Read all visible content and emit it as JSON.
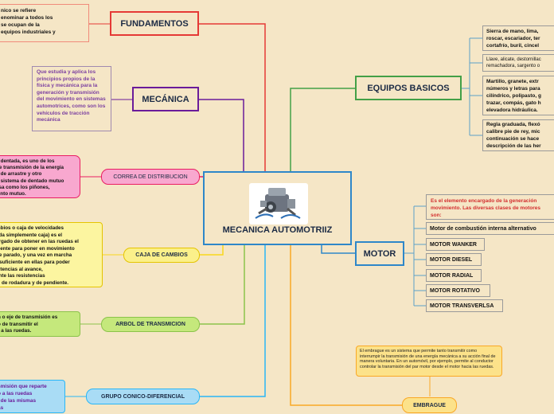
{
  "center": {
    "title": "MECANICA AUTOMOTRIIZ",
    "image_icon": "engine-icon"
  },
  "left_branches": [
    {
      "key": "fundamentos",
      "label": "FUNDAMENTOS",
      "color": "#e53935",
      "desc": "nico se refiere\nenominar a todos los\nse ocupan de la\nequipos industriales y"
    },
    {
      "key": "mecanica",
      "label": "MECÁNICA",
      "color": "#6a1b9a",
      "desc": "Que estudia y aplica los principios propios de la física y mecánica para la generación y transmisión del movimiento en sistemas automotrices, como son los vehículos de tracción mecánica"
    },
    {
      "key": "correa",
      "label": "CORREA DE DISTRIBUCION",
      "color": "#e91e63",
      "desc": "n dentada, es uno de los\nde transmisión de la energía\nn de arrastre y otro\nn sistema de dentado mutuo\nesa como los piñones,\niento mutuo."
    },
    {
      "key": "caja",
      "label": "CAJA DE CAMBIOS",
      "color": "#f9d71c",
      "desc": "mbios o caja de velocidades\nada simplemente caja) es el\nargado de obtener en las ruedas el\nciente para poner en movimiento\nde parado, y una vez en marcha\nr suficiente en ellas para poder\nistencias al avance,\nente las resistencias\ns, de rodadura y de pendiente."
    },
    {
      "key": "arbol",
      "label": "ARBOL DE TRANSMICION",
      "color": "#8bc34a",
      "desc": "n o eje de transmisión es\no de transmitir el\nr a las ruedas."
    },
    {
      "key": "grupo",
      "label": "GRUPO CONICO-DIFERENCIAL",
      "color": "#29b6f6",
      "desc": "smisión que reparte\no a las ruedas\nl de las mismas\nas"
    }
  ],
  "equipos": {
    "label": "EQUIPOS BASICOS",
    "color": "#43a047",
    "items": [
      "Sierra de mano, lima,\nroscar, escariador, ter\ncortafrío, buril, cincel",
      "Llave, alicate, destornillac\nremachadora, sargento o",
      "Martillo, granete, extr\nnúmeros y letras para\ncilíndrico, polipasto, g\ntrazar, compás, gato h\nelevadora hidráulica.",
      "Regla graduada, flexó\ncalibre pie de rey, mic\ncontinuación se hace\ndescripción de las her"
    ]
  },
  "motor": {
    "label": "MOTOR",
    "color": "#2e87c9",
    "desc": "Es el elemento encargado de la generación\nmovimiento. Las diversas clases de motores\nson:",
    "items": [
      "Motor de combustión interna alternativo",
      "MOTOR WANKER",
      "MOTOR DIESEL",
      "MOTOR RADIAL",
      "MOTOR ROTATIVO",
      "MOTOR TRANSVERLSA"
    ]
  },
  "embrague": {
    "label": "EMBRAGUE",
    "color": "#f9a825",
    "desc": "El embrague es un sistema que permite tanto transmitir como interrumpir la transmisión de una energía mecánica a su acción final de manera voluntaria. En un automóvil, por ejemplo, permite al conductor controlar la transmisión del par motor desde el motor hacia las ruedas."
  }
}
